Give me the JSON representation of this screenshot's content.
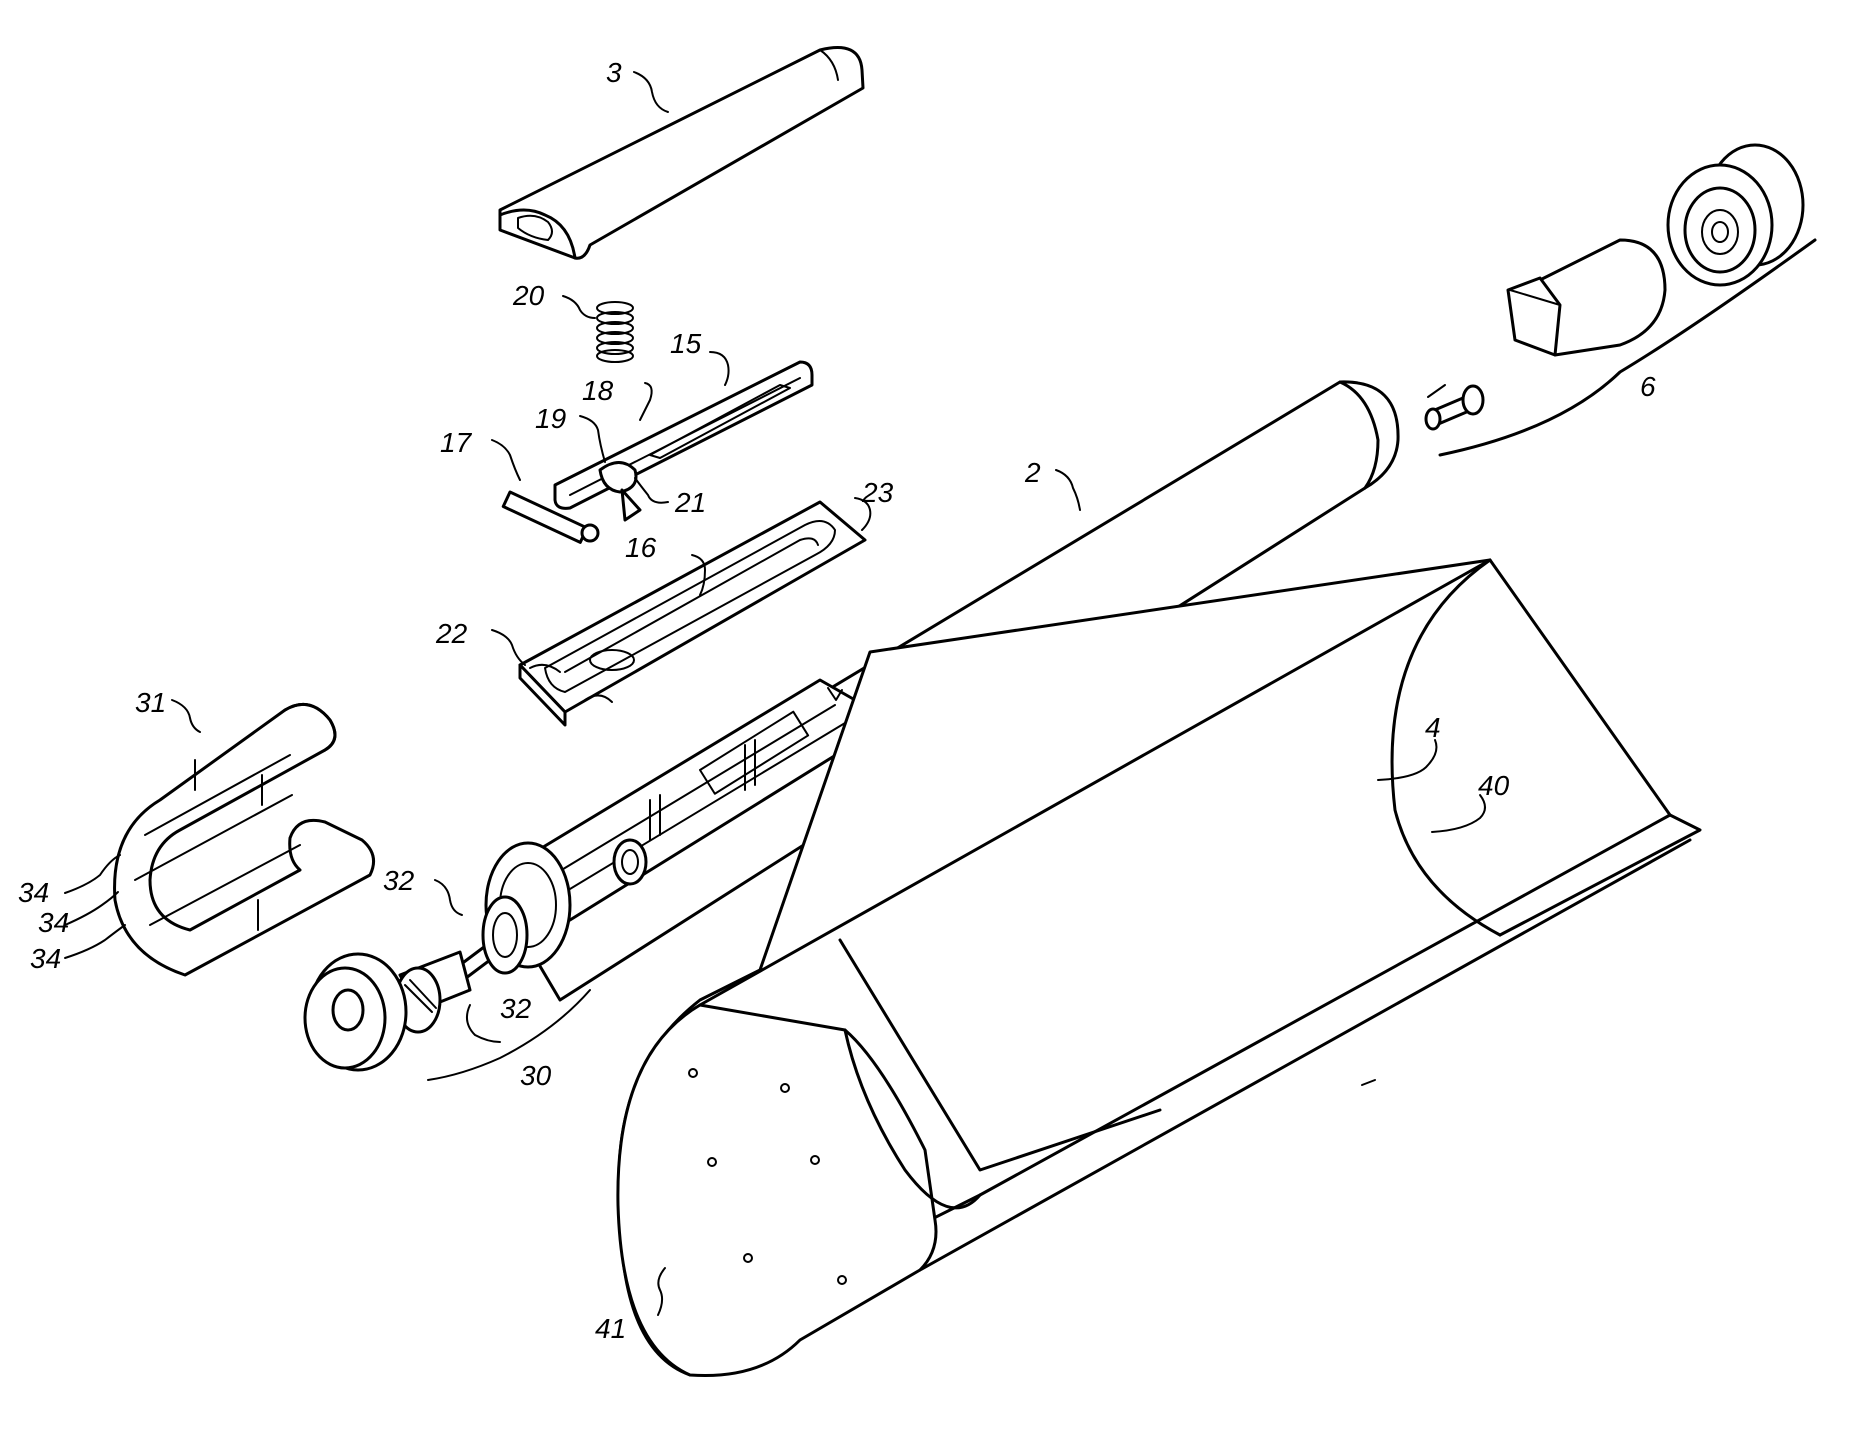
{
  "figure": {
    "labels": {
      "l3": "3",
      "l20": "20",
      "l15": "15",
      "l18": "18",
      "l19": "19",
      "l17": "17",
      "l21": "21",
      "l23": "23",
      "l16": "16",
      "l22": "22",
      "l2": "2",
      "l6": "6",
      "l31": "31",
      "l34a": "34",
      "l34b": "34",
      "l34c": "34",
      "l32a": "32",
      "l32b": "32",
      "l30": "30",
      "l4": "4",
      "l40": "40",
      "l41": "41"
    }
  }
}
